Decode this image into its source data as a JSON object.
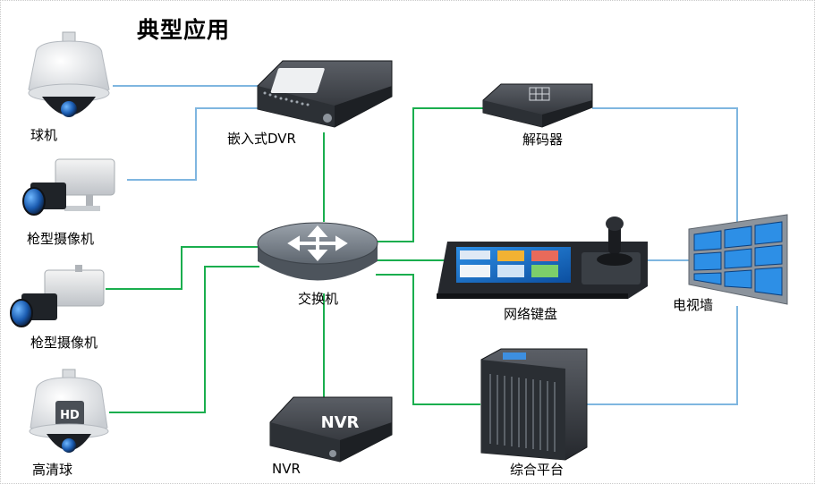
{
  "title": "典型应用",
  "colors": {
    "green": "#1aae4e",
    "blue": "#7fb6e0"
  },
  "nodes": {
    "dome_camera": {
      "label": "球机",
      "icon": "dome-camera-icon"
    },
    "bullet_camera_1": {
      "label": "枪型摄像机",
      "icon": "bullet-camera-icon"
    },
    "bullet_camera_2": {
      "label": "枪型摄像机",
      "icon": "bullet-camera-icon"
    },
    "hd_dome": {
      "label": "高清球",
      "icon": "hd-dome-camera-icon",
      "badge": "HD"
    },
    "dvr": {
      "label": "嵌入式DVR",
      "icon": "dvr-icon"
    },
    "switch": {
      "label": "交换机",
      "icon": "switch-icon"
    },
    "nvr": {
      "label": "NVR",
      "icon": "nvr-icon",
      "badge": "NVR"
    },
    "decoder": {
      "label": "解码器",
      "icon": "decoder-icon"
    },
    "keyboard": {
      "label": "网络键盘",
      "icon": "network-keyboard-icon"
    },
    "video_wall": {
      "label": "电视墙",
      "icon": "video-wall-icon"
    },
    "platform": {
      "label": "综合平台",
      "icon": "platform-chassis-icon"
    }
  }
}
